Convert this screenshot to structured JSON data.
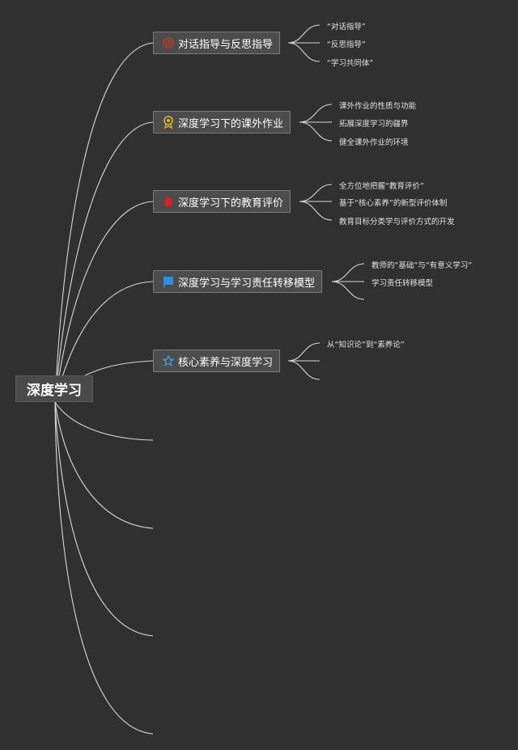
{
  "root": {
    "label": "深度学习"
  },
  "branches": [
    {
      "label": "对话指导与反思指导",
      "icon": "target-icon",
      "leaves": [
        "“对话指导”",
        "“反思指导”",
        "“学习共同体”"
      ]
    },
    {
      "label": "深度学习下的课外作业",
      "icon": "award-medal-icon",
      "leaves": [
        "课外作业的性质与功能",
        "拓展深度学习的疆界",
        "健全课外作业的环境"
      ]
    },
    {
      "label": "深度学习下的教育评价",
      "icon": "house-icon",
      "leaves": [
        "全方位地把握“教育评价”",
        "基于“核心素养”的新型评价体制",
        "教育目标分类学与评价方式的开发"
      ]
    },
    {
      "label": "深度学习与学习责任转移模型",
      "icon": "flag-icon",
      "leaves": [
        "教师的“基础”与“有意义学习”",
        "学习责任转移模型",
        ""
      ]
    },
    {
      "label": "核心素养与深度学习",
      "icon": "star-icon",
      "leaves": [
        "从“知识论”到“素养论”",
        "",
        ""
      ]
    }
  ]
}
